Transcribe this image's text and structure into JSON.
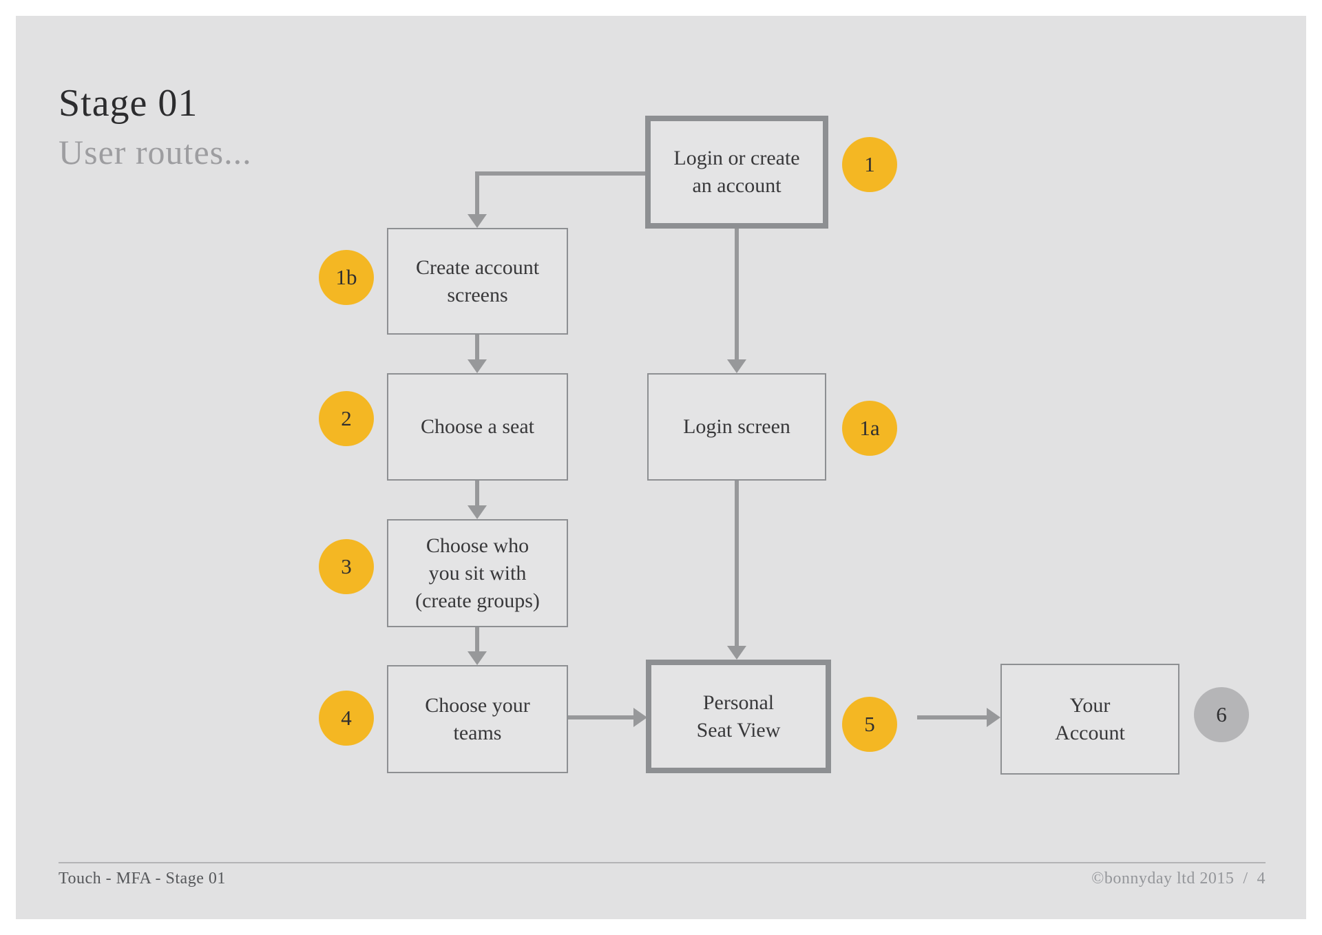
{
  "header": {
    "title": "Stage 01",
    "subtitle": "User routes..."
  },
  "footer": {
    "left": "Touch - MFA - Stage 01",
    "copyright": "©bonnyday ltd 2015",
    "separator": "/",
    "page_number": "4"
  },
  "colors": {
    "canvas_background": "#e1e1e2",
    "outer_frame": "#ffffff",
    "box_border_gray": "#8d8f92",
    "connector_gray": "#97989a",
    "badge_yellow": "#f4b723",
    "badge_gray": "#b5b5b7",
    "text_dark": "#38383a",
    "subtitle_gray": "#9d9da0"
  },
  "flow": {
    "nodes": [
      {
        "id": "login-or-create",
        "label": "Login or create\nan account",
        "emphasis": true
      },
      {
        "id": "create-account-screens",
        "label": "Create account\nscreens",
        "emphasis": false
      },
      {
        "id": "choose-a-seat",
        "label": "Choose a seat",
        "emphasis": false
      },
      {
        "id": "choose-who-you-sit-with",
        "label": "Choose who\nyou sit with\n(create groups)",
        "emphasis": false
      },
      {
        "id": "choose-your-teams",
        "label": "Choose your\nteams",
        "emphasis": false
      },
      {
        "id": "login-screen",
        "label": "Login screen",
        "emphasis": false
      },
      {
        "id": "personal-seat-view",
        "label": "Personal\nSeat View",
        "emphasis": true
      },
      {
        "id": "your-account",
        "label": "Your\nAccount",
        "emphasis": false
      }
    ],
    "badges": [
      {
        "label": "1",
        "color": "yellow",
        "attached_to": "login-or-create"
      },
      {
        "label": "1b",
        "color": "yellow",
        "attached_to": "create-account-screens"
      },
      {
        "label": "2",
        "color": "yellow",
        "attached_to": "choose-a-seat"
      },
      {
        "label": "3",
        "color": "yellow",
        "attached_to": "choose-who-you-sit-with"
      },
      {
        "label": "4",
        "color": "yellow",
        "attached_to": "choose-your-teams"
      },
      {
        "label": "1a",
        "color": "yellow",
        "attached_to": "login-screen"
      },
      {
        "label": "5",
        "color": "yellow",
        "attached_to": "personal-seat-view"
      },
      {
        "label": "6",
        "color": "gray",
        "attached_to": "your-account"
      }
    ],
    "edges": [
      {
        "from": "login-or-create",
        "to": "create-account-screens"
      },
      {
        "from": "login-or-create",
        "to": "login-screen"
      },
      {
        "from": "create-account-screens",
        "to": "choose-a-seat"
      },
      {
        "from": "choose-a-seat",
        "to": "choose-who-you-sit-with"
      },
      {
        "from": "choose-who-you-sit-with",
        "to": "choose-your-teams"
      },
      {
        "from": "choose-your-teams",
        "to": "personal-seat-view"
      },
      {
        "from": "login-screen",
        "to": "personal-seat-view"
      },
      {
        "from": "personal-seat-view",
        "to": "your-account"
      }
    ]
  }
}
